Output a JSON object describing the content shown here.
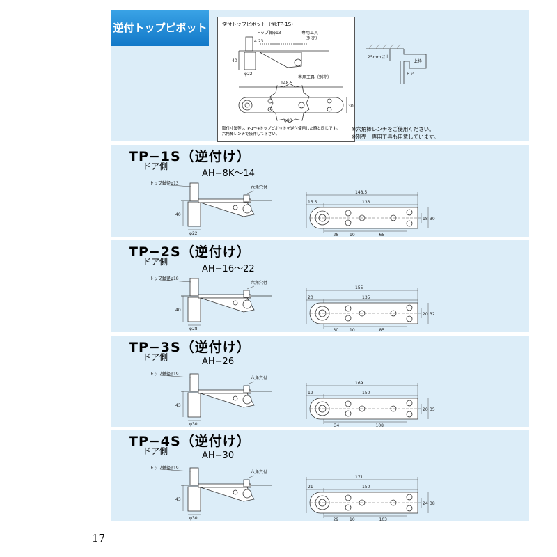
{
  "header": {
    "tab_title": "逆付トップピボット"
  },
  "top_example": {
    "caption": "逆付トップピボット（例:TP-1S）",
    "labels": {
      "shaft": "トップ軸φ13",
      "tool": "専用工具",
      "tool_sub": "（別売）",
      "dim_gap": "4.23",
      "height": "40",
      "base": "φ22",
      "overall": "148.5",
      "tool2": "専用工具（別売）",
      "width": "30",
      "tool_dia": "φ90"
    },
    "note": [
      "取付寸法等はTP-1〜4トップピボットを逆付使用した時と同じです。",
      "六角棒レンチで操作して下さい。"
    ],
    "frame": {
      "gap": "25mm以上",
      "upper": "上枠",
      "door": "ドア"
    },
    "remarks": [
      "※六角棒レンチをご使用ください。",
      "※別売　専用工具も用意しています。"
    ]
  },
  "sections": [
    {
      "title": "TP−1S（逆付け）",
      "side": "ドア側",
      "model": "AH−8K〜14",
      "shaft": "トップ軸径φ13",
      "hex": "六角穴付",
      "height": "40",
      "base": "φ22",
      "overall": "148.5",
      "offset": "15.5",
      "main": "133",
      "bottom": [
        "28",
        "10",
        "65"
      ],
      "right": [
        "18",
        "30"
      ]
    },
    {
      "title": "TP−2S（逆付け）",
      "side": "ドア側",
      "model": "AH−16〜22",
      "shaft": "トップ軸径φ18",
      "hex": "六角穴付",
      "height": "40",
      "base": "φ28",
      "overall": "155",
      "offset": "20",
      "main": "135",
      "bottom": [
        "30",
        "10",
        "85"
      ],
      "right": [
        "20",
        "32"
      ]
    },
    {
      "title": "TP−3S（逆付け）",
      "side": "ドア側",
      "model": "AH−26",
      "shaft": "トップ軸径φ19",
      "hex": "六角穴付",
      "height": "43",
      "base": "φ30",
      "overall": "169",
      "offset": "19",
      "main": "150",
      "bottom": [
        "34",
        "108"
      ],
      "right": [
        "20",
        "35"
      ]
    },
    {
      "title": "TP−4S（逆付け）",
      "side": "ドア側",
      "model": "AH−30",
      "shaft": "トップ軸径φ19",
      "hex": "六角穴付",
      "height": "43",
      "base": "φ30",
      "overall": "171",
      "offset": "21",
      "main": "150",
      "bottom": [
        "29",
        "10",
        "103"
      ],
      "right": [
        "24",
        "38"
      ]
    }
  ],
  "page_number": "17"
}
